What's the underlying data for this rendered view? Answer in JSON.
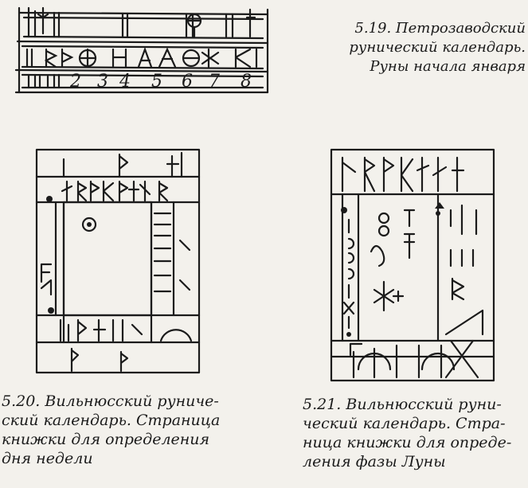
{
  "figures": [
    {
      "id": "fig-5-19",
      "numbers": [
        "2",
        "3",
        "4",
        "5",
        "6",
        "7",
        "8"
      ],
      "caption_lines": [
        "5.19. Петрозаводский",
        "рунический календарь.",
        "Руны начала января"
      ]
    },
    {
      "id": "fig-5-20",
      "caption_lines": [
        "5.20. Вильнюсский руниче-",
        "ский календарь. Страница",
        "книжки для определения",
        "дня недели"
      ]
    },
    {
      "id": "fig-5-21",
      "caption_lines": [
        "5.21. Вильнюсский руни-",
        "ческий календарь. Стра-",
        "ница книжки для опреде-",
        "ления фазы Луны"
      ]
    }
  ],
  "colors": {
    "ink": "#1b1b1b",
    "paper": "#f3f1ec"
  }
}
